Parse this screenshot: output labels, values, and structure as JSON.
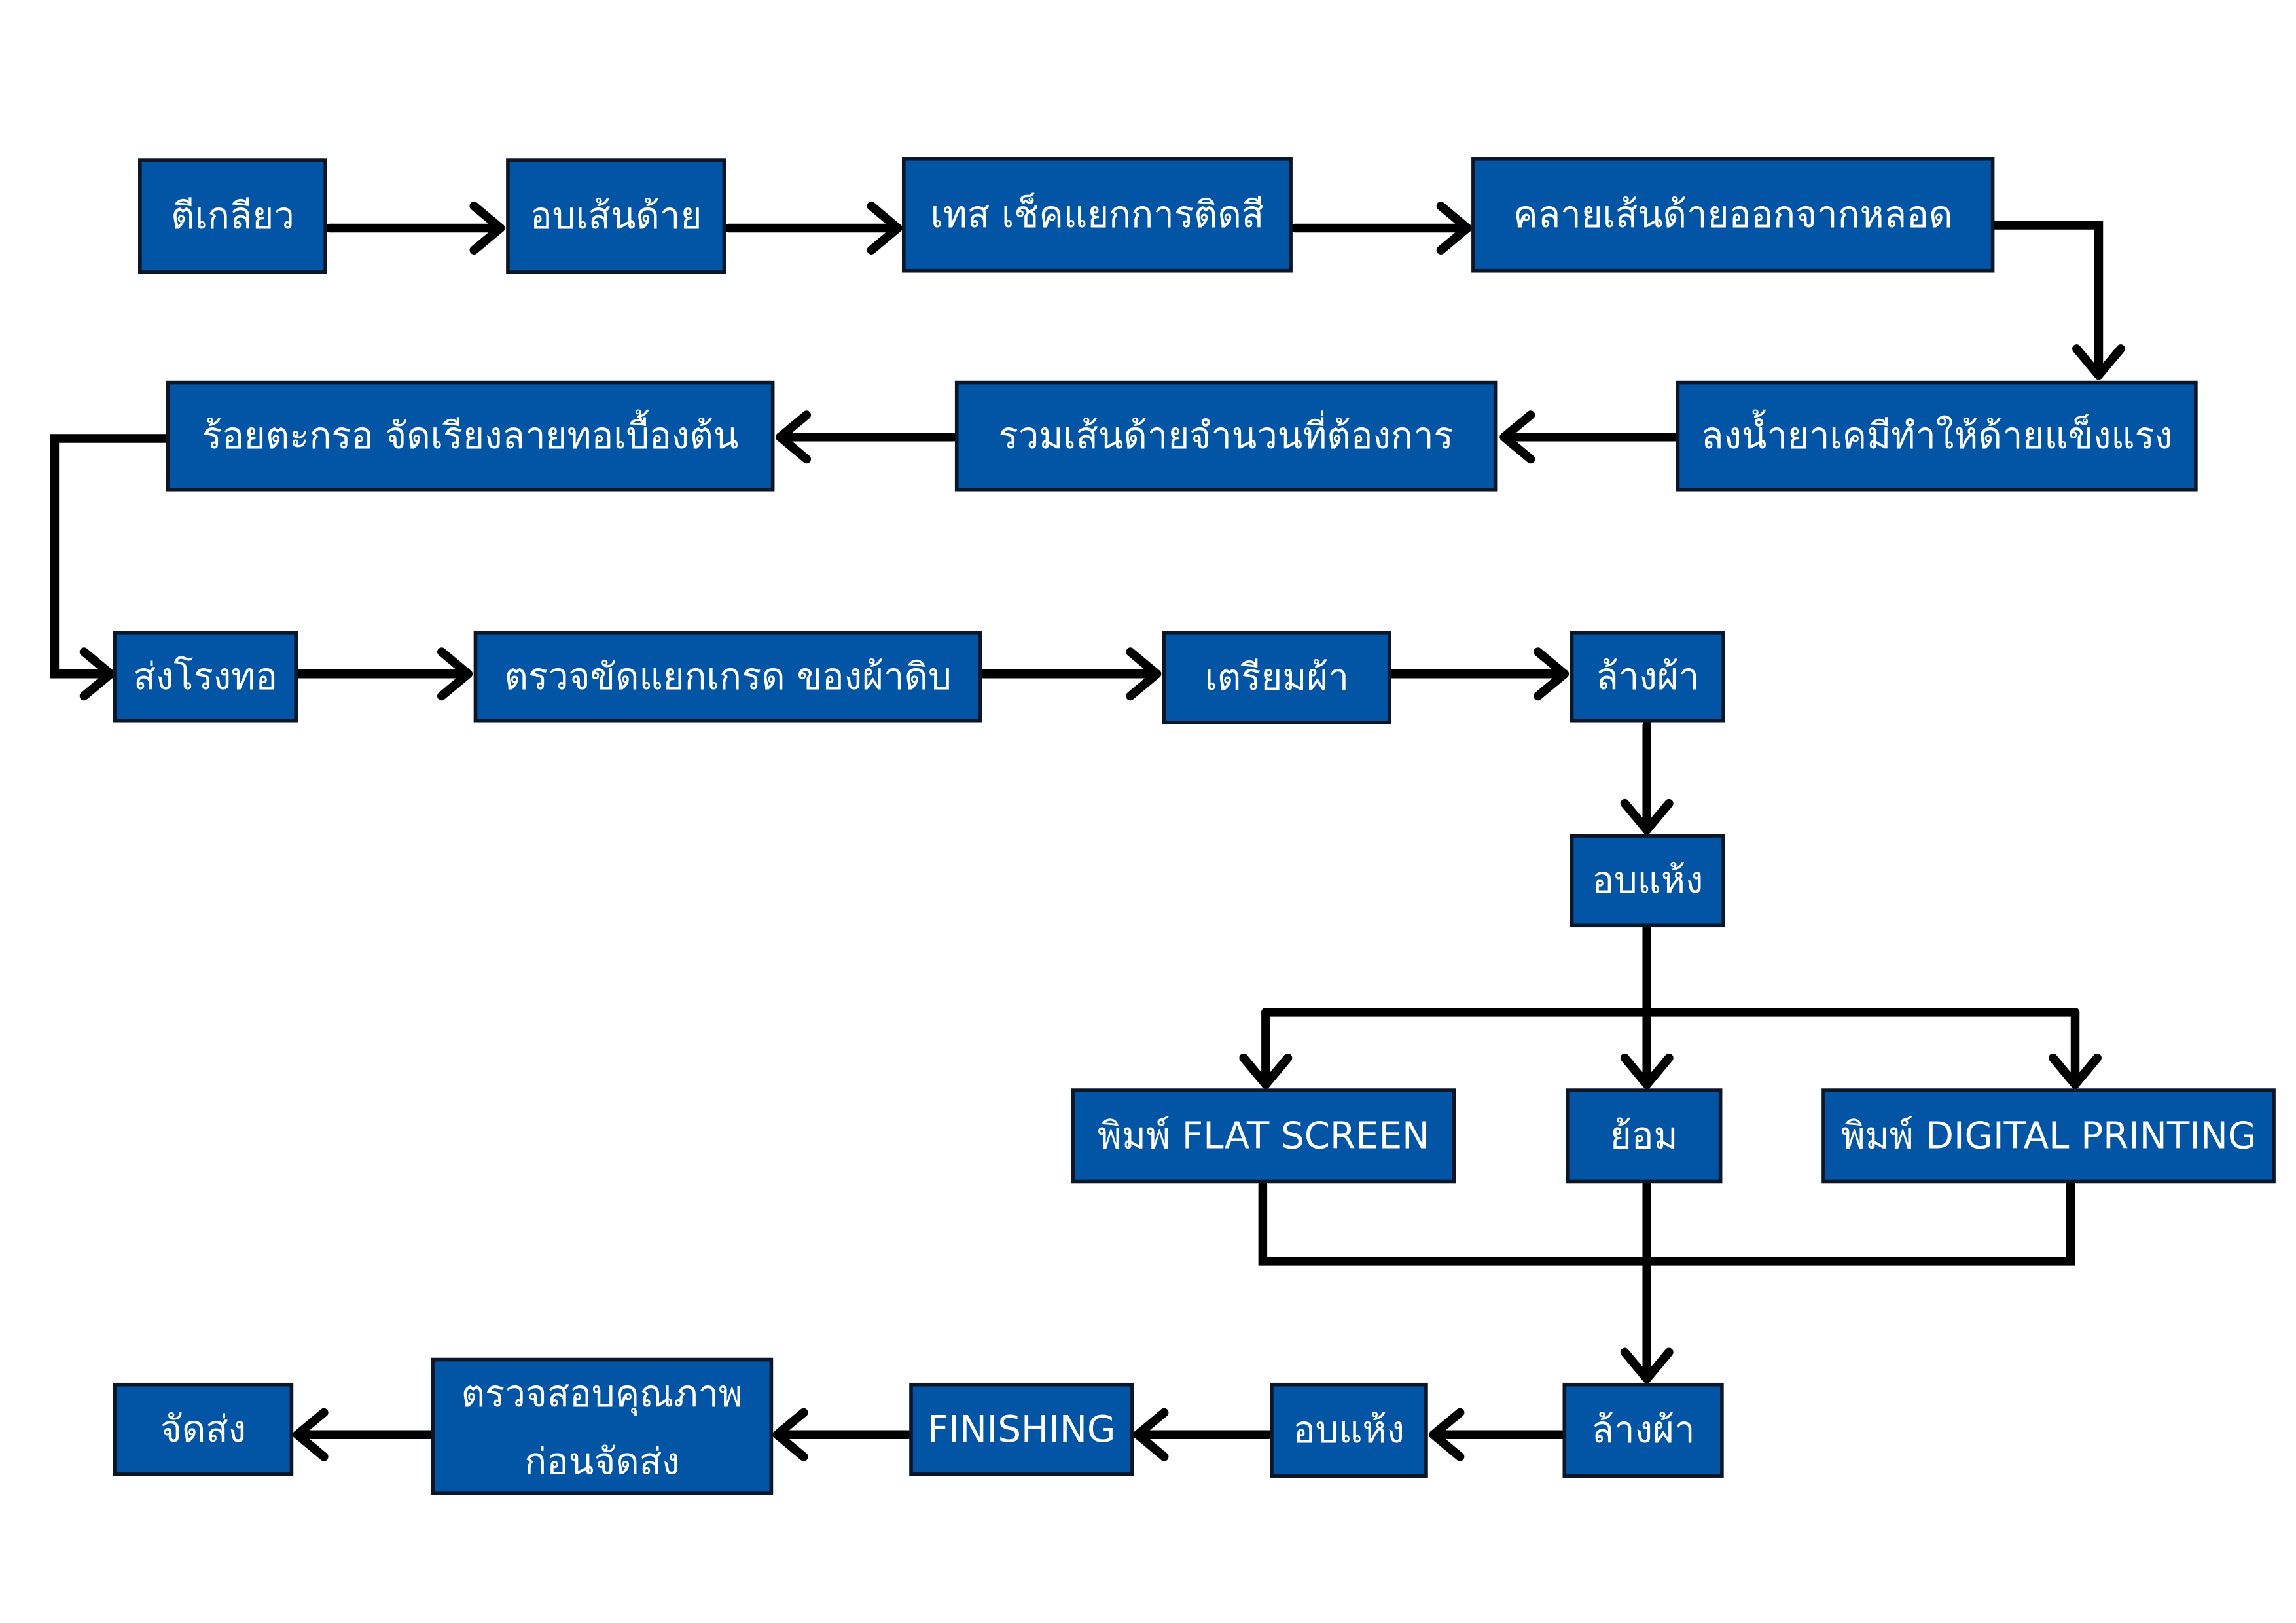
{
  "title": "Textile production process flowchart",
  "steps": [
    {
      "label": "ตีเกลียว"
    },
    {
      "label": "อบเส้นด้าย"
    },
    {
      "label": "เทส เช็คแยกการติดสี"
    },
    {
      "label": "คลายเส้นด้ายออกจากหลอด"
    },
    {
      "label": "ลงน้ำยาเคมีทำให้ด้ายแข็งแรง"
    },
    {
      "label": "รวมเส้นด้ายจำนวนที่ต้องการ"
    },
    {
      "label": "ร้อยตะกรอ จัดเรียงลายทอเบื้องต้น"
    },
    {
      "label": "ส่งโรงทอ"
    },
    {
      "label": "ตรวจขัดแยกเกรด ของผ้าดิบ"
    },
    {
      "label": "เตรียมผ้า"
    },
    {
      "label": "ล้างผ้า"
    },
    {
      "label": "อบแห้ง"
    },
    {
      "label": "พิมพ์ FLAT SCREEN"
    },
    {
      "label": "ย้อม"
    },
    {
      "label": "พิมพ์ DIGITAL PRINTING"
    },
    {
      "label": "ล้างผ้า"
    },
    {
      "label": "อบแห้ง"
    },
    {
      "label": "FINISHING"
    },
    {
      "label": "ตรวจสอบคุณภาพ",
      "label2": "ก่อนจัดส่ง"
    },
    {
      "label": "จัดส่ง"
    }
  ],
  "colors": {
    "box_fill": "#0255a5",
    "text": "#ffffff",
    "arrow": "#000000"
  }
}
